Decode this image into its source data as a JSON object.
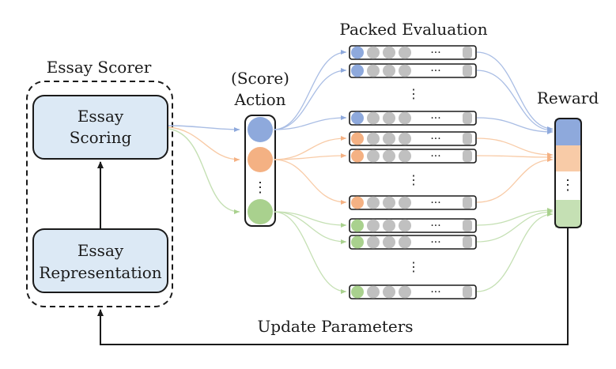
{
  "scorer": {
    "title": "Essay Scorer",
    "scoring_line1": "Essay",
    "scoring_line2": "Scoring",
    "repr_line1": "Essay",
    "repr_line2": "Representation"
  },
  "action": {
    "line1": "(Score)",
    "line2": "Action",
    "ellipsis": "⋮"
  },
  "packed": {
    "title": "Packed Evaluation",
    "cell_ellipsis": "···",
    "row_ellipsis": "⋮"
  },
  "reward": {
    "title": "Reward",
    "ellipsis": "⋮"
  },
  "feedback": {
    "label": "Update Parameters"
  },
  "colors": {
    "box_fill": "#dce9f5",
    "blue": "#8ea9dc",
    "orange": "#f4b183",
    "green": "#a9d18e",
    "blue_light": "#a9bde4",
    "orange_light": "#f8cba7",
    "green_light": "#c5e0b4",
    "gray": "#c0c0c0"
  }
}
